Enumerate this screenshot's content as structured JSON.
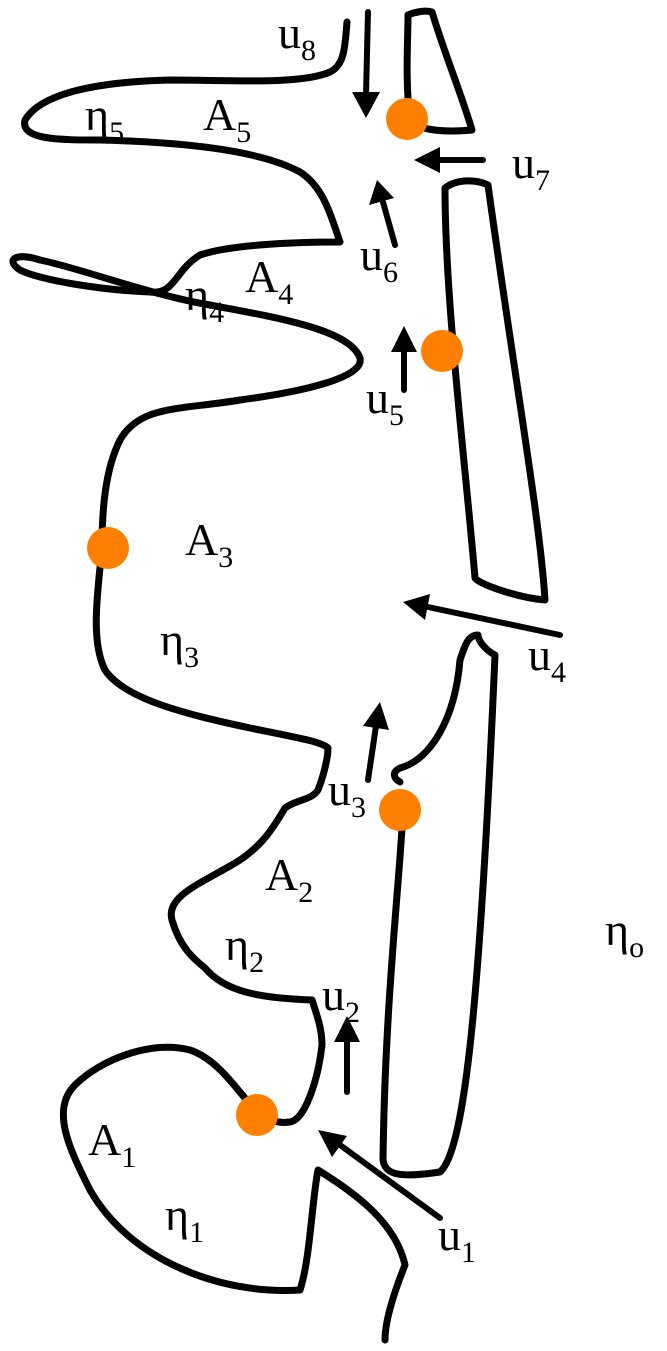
{
  "labels": {
    "A1": {
      "main": "A",
      "sub": "1"
    },
    "A2": {
      "main": "A",
      "sub": "2"
    },
    "A3": {
      "main": "A",
      "sub": "3"
    },
    "A4": {
      "main": "A",
      "sub": "4"
    },
    "A5": {
      "main": "A",
      "sub": "5"
    },
    "eta1": {
      "main": "η",
      "sub": "1"
    },
    "eta2": {
      "main": "η",
      "sub": "2"
    },
    "eta3": {
      "main": "η",
      "sub": "3"
    },
    "eta4": {
      "main": "η",
      "sub": "4"
    },
    "eta5": {
      "main": "η",
      "sub": "5"
    },
    "eta0": {
      "main": "η",
      "sub": "o"
    },
    "u1": {
      "main": "u",
      "sub": "1"
    },
    "u2": {
      "main": "u",
      "sub": "2"
    },
    "u3": {
      "main": "u",
      "sub": "3"
    },
    "u4": {
      "main": "u",
      "sub": "4"
    },
    "u5": {
      "main": "u",
      "sub": "5"
    },
    "u6": {
      "main": "u",
      "sub": "6"
    },
    "u7": {
      "main": "u",
      "sub": "7"
    },
    "u8": {
      "main": "u",
      "sub": "8"
    }
  },
  "colors": {
    "line": "#000000",
    "node": "#ff7f00",
    "background": "#ffffff"
  }
}
